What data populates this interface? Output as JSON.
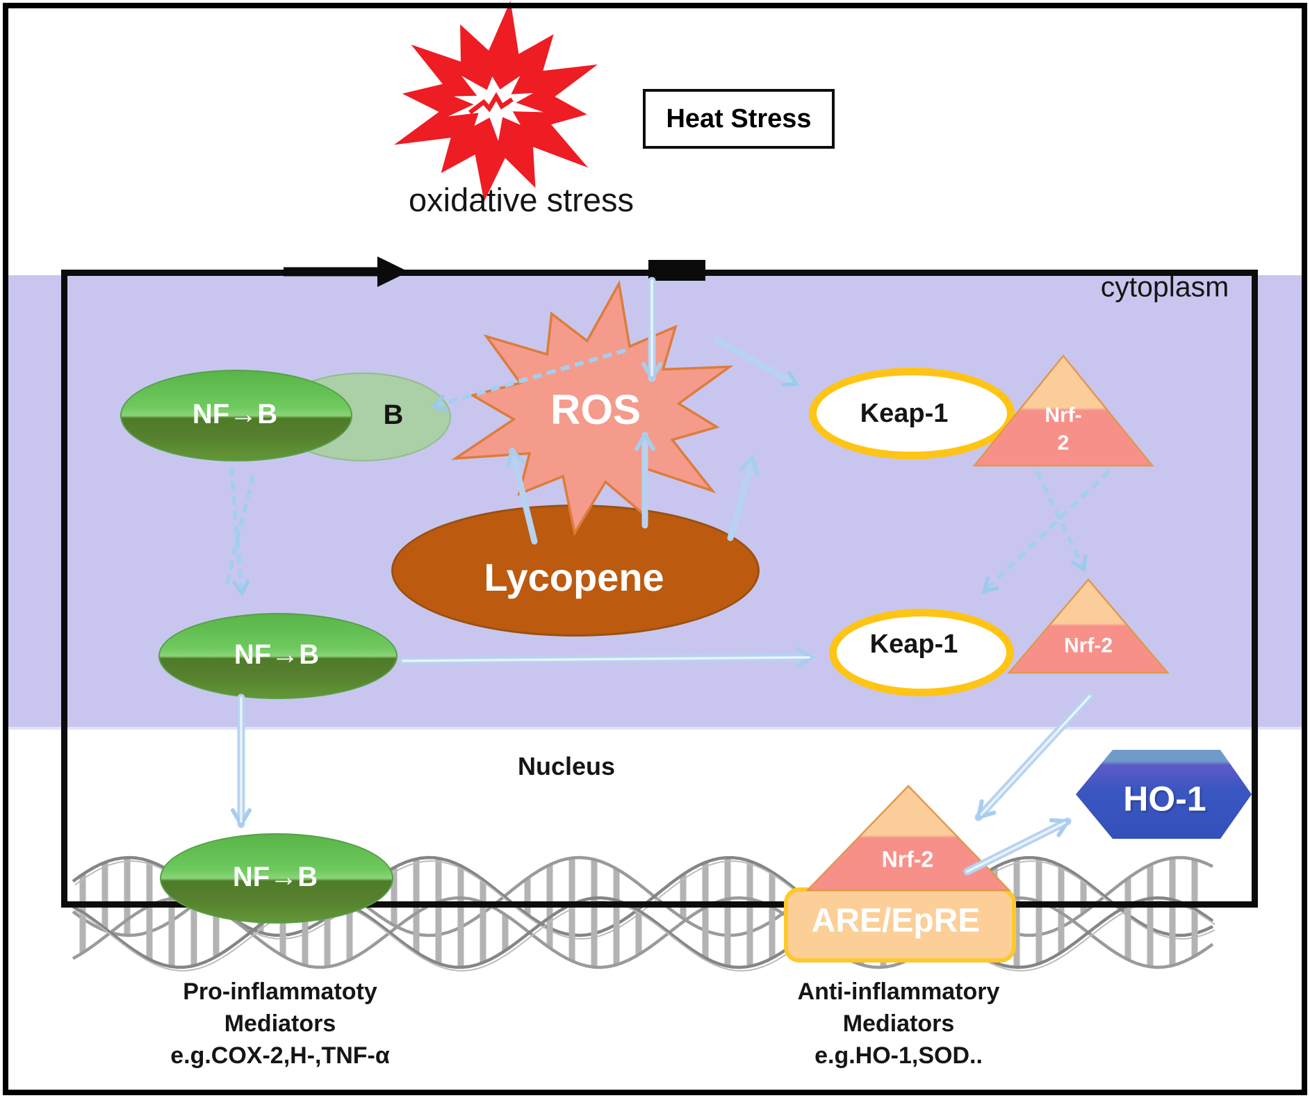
{
  "stimulus": {
    "heat_stress": "Heat Stress",
    "oxidative_stress": "oxidative stress"
  },
  "regions": {
    "cytoplasm": "cytoplasm",
    "nucleus": "Nucleus"
  },
  "nodes": {
    "ros": "ROS",
    "lycopene": "Lycopene",
    "nfkb": "NF→B",
    "ikb": "B",
    "keap1": "Keap-1",
    "nrf2_split_line1": "Nrf-",
    "nrf2_split_line2": "2",
    "nrf2": "Nrf-2",
    "ho1": "HO-1",
    "are": "ARE/EpRE"
  },
  "captions": {
    "pro_inflammatory": [
      "Pro-inflammatoty",
      "Mediators",
      "e.g.COX-2,H-,TNF-α"
    ],
    "anti_inflammatory": [
      "Anti-inflammatory",
      "Mediators",
      "e.g.HO-1,SOD.."
    ]
  },
  "colors": {
    "cytoplasm_band": "#c8c6ef",
    "heat_burst_red": "#ee1c23",
    "ros_fill": "#f49b8c",
    "ros_stroke": "#dd7c3b",
    "lycopene_fill": "#bc5a10",
    "nfkb_green_top": "#68c257",
    "nfkb_green_bottom": "#54802c",
    "keap1_ring": "#ffc414",
    "nrf2_peach": "#fbcd9a",
    "nrf2_salmon": "#f8908a",
    "ho1_blue": "#3c58c2",
    "are_fill": "#fbcf97",
    "are_border": "#ffc82a",
    "arrow_blue": "#b7d3f1",
    "dna_gray": "#8d8d8d"
  }
}
